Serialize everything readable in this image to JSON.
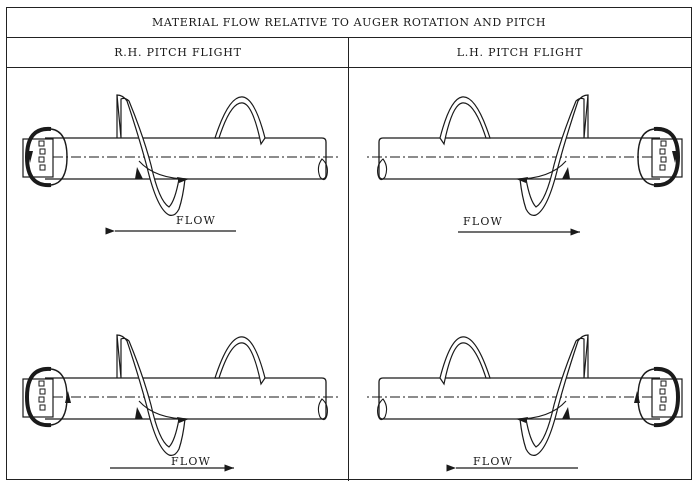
{
  "title": "MATERIAL FLOW RELATIVE TO AUGER ROTATION AND PITCH",
  "columns": {
    "left": "R.H. PITCH FLIGHT",
    "right": "L.H. PITCH FLIGHT"
  },
  "panels": [
    {
      "flow_label": "FLOW",
      "flow_direction": "left",
      "pitch": "right-hand",
      "motor_side": "left",
      "rotation_arrow": "down"
    },
    {
      "flow_label": "FLOW",
      "flow_direction": "right",
      "pitch": "left-hand",
      "motor_side": "right",
      "rotation_arrow": "down"
    },
    {
      "flow_label": "FLOW",
      "flow_direction": "right",
      "pitch": "right-hand",
      "motor_side": "left",
      "rotation_arrow": "up"
    },
    {
      "flow_label": "FLOW",
      "flow_direction": "left",
      "pitch": "left-hand",
      "motor_side": "right",
      "rotation_arrow": "up"
    }
  ],
  "colors": {
    "ink": "#1a1a1a",
    "paper": "#ffffff"
  }
}
